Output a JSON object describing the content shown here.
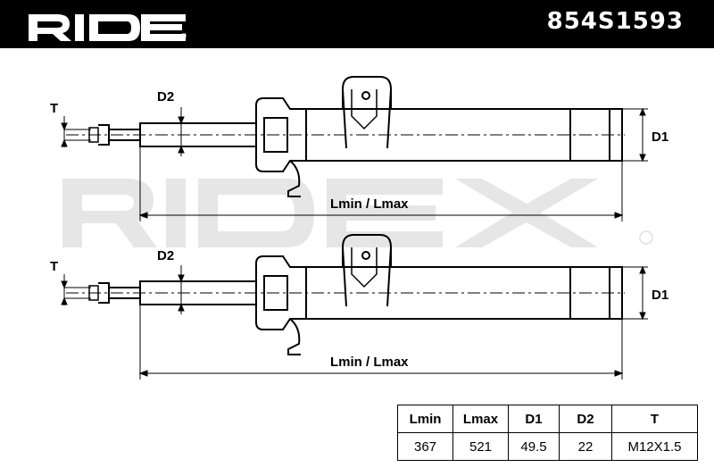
{
  "brand": {
    "logo_text": "RIDEX",
    "registered_mark": "®"
  },
  "part_number": "854S1593",
  "labels": {
    "thread": "T",
    "rod_diameter": "D2",
    "body_diameter": "D1",
    "length": "Lmin / Lmax"
  },
  "specs": {
    "headers": [
      "Lmin",
      "Lmax",
      "D1",
      "D2",
      "T"
    ],
    "values": [
      "367",
      "521",
      "49.5",
      "22",
      "M12X1.5"
    ]
  },
  "colors": {
    "header_bg": "#000000",
    "line": "#000000",
    "watermark": "#e6e6e6"
  }
}
